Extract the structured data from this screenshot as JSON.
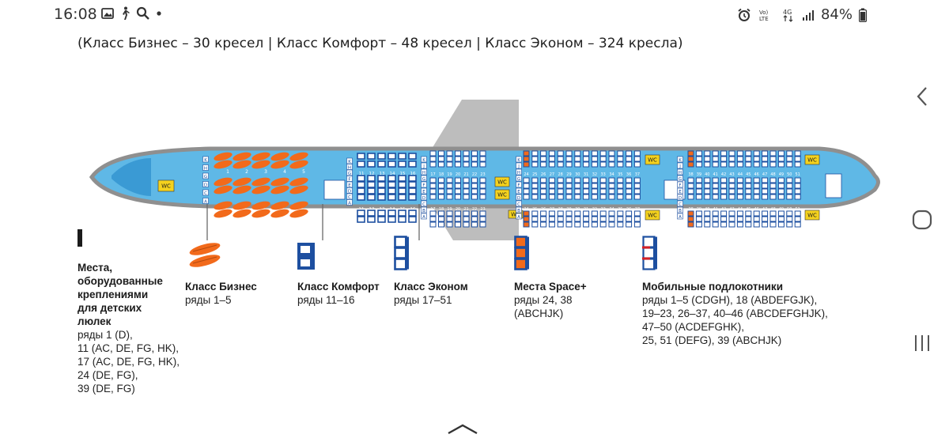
{
  "status_bar": {
    "time": "16:08",
    "battery": "84%",
    "network": "4G",
    "volte": "Vo) LTE",
    "icons_left": [
      "gallery-icon",
      "walk-icon",
      "search-icon",
      "dot-icon"
    ],
    "icons_right": [
      "alarm-icon",
      "volte-icon",
      "network-4g-icon",
      "signal-icon",
      "battery-icon"
    ]
  },
  "caption": "(Класс Бизнес – 30 кресел | Класс Комфорт – 48 кресел | Класс Эконом – 324 кресла)",
  "seatmap": {
    "wc_label": "WC",
    "business_rows": [
      "1",
      "2",
      "3",
      "4",
      "5"
    ],
    "comfort_rows": [
      "11",
      "12",
      "13",
      "14",
      "15",
      "16"
    ],
    "economy_rows_a": [
      "17",
      "18",
      "19",
      "20",
      "21",
      "22",
      "23"
    ],
    "economy_rows_b": [
      "24",
      "25",
      "26",
      "27",
      "28",
      "29",
      "30",
      "31",
      "32",
      "33",
      "34",
      "35",
      "36",
      "37"
    ],
    "economy_rows_c": [
      "38",
      "39",
      "40",
      "41",
      "42",
      "43",
      "44",
      "45",
      "46",
      "47",
      "48",
      "49",
      "50",
      "51"
    ],
    "business_letters": [
      "K",
      "H",
      "G",
      "D",
      "C",
      "A"
    ],
    "comfort_letters": [
      "K",
      "H",
      "G",
      "F",
      "E",
      "D",
      "C",
      "A"
    ],
    "economy_letters": [
      "K",
      "J",
      "H",
      "G",
      "F",
      "E",
      "D",
      "C",
      "B",
      "A"
    ]
  },
  "legend": {
    "cradle": {
      "title": "Места,\nоборудованные\nкреплениями\nдля детских\nлюлек",
      "desc": "ряды 1 (D),\n11 (AC, DE, FG, HK),\n17 (AC, DE, FG, HK),\n24 (DE, FG),\n39 (DE, FG)"
    },
    "business": {
      "title": "Класс Бизнес",
      "desc": "ряды 1–5"
    },
    "comfort": {
      "title": "Класс Комфорт",
      "desc": "ряды 11–16"
    },
    "economy": {
      "title": "Класс Эконом",
      "desc": "ряды 17–51"
    },
    "spaceplus": {
      "title": "Места Space+",
      "desc": "ряды 24, 38\n(ABCHJK)"
    },
    "armrests": {
      "title": "Мобильные подлокотники",
      "desc": "ряды 1–5 (CDGH), 18 (ABDEFGJK),\n19–23, 26–37, 40–46 (ABCDEFGHJK),\n47–50 (ACDEFGHK),\n25, 51 (DEFG), 39 (ABCHJK)"
    }
  },
  "colors": {
    "fuselage": "#5fb8e6",
    "fuselage_outline": "#8f8f8f",
    "business_seat": "#f26a1b",
    "comfort_seat": "#1d4fa0",
    "economy_seat": "#1d4fa0",
    "spaceplus_seat": "#f26a1b",
    "wc": "#f4d21e"
  },
  "nav": {
    "back": "back-icon",
    "home": "home-icon",
    "recents": "recents-icon"
  }
}
